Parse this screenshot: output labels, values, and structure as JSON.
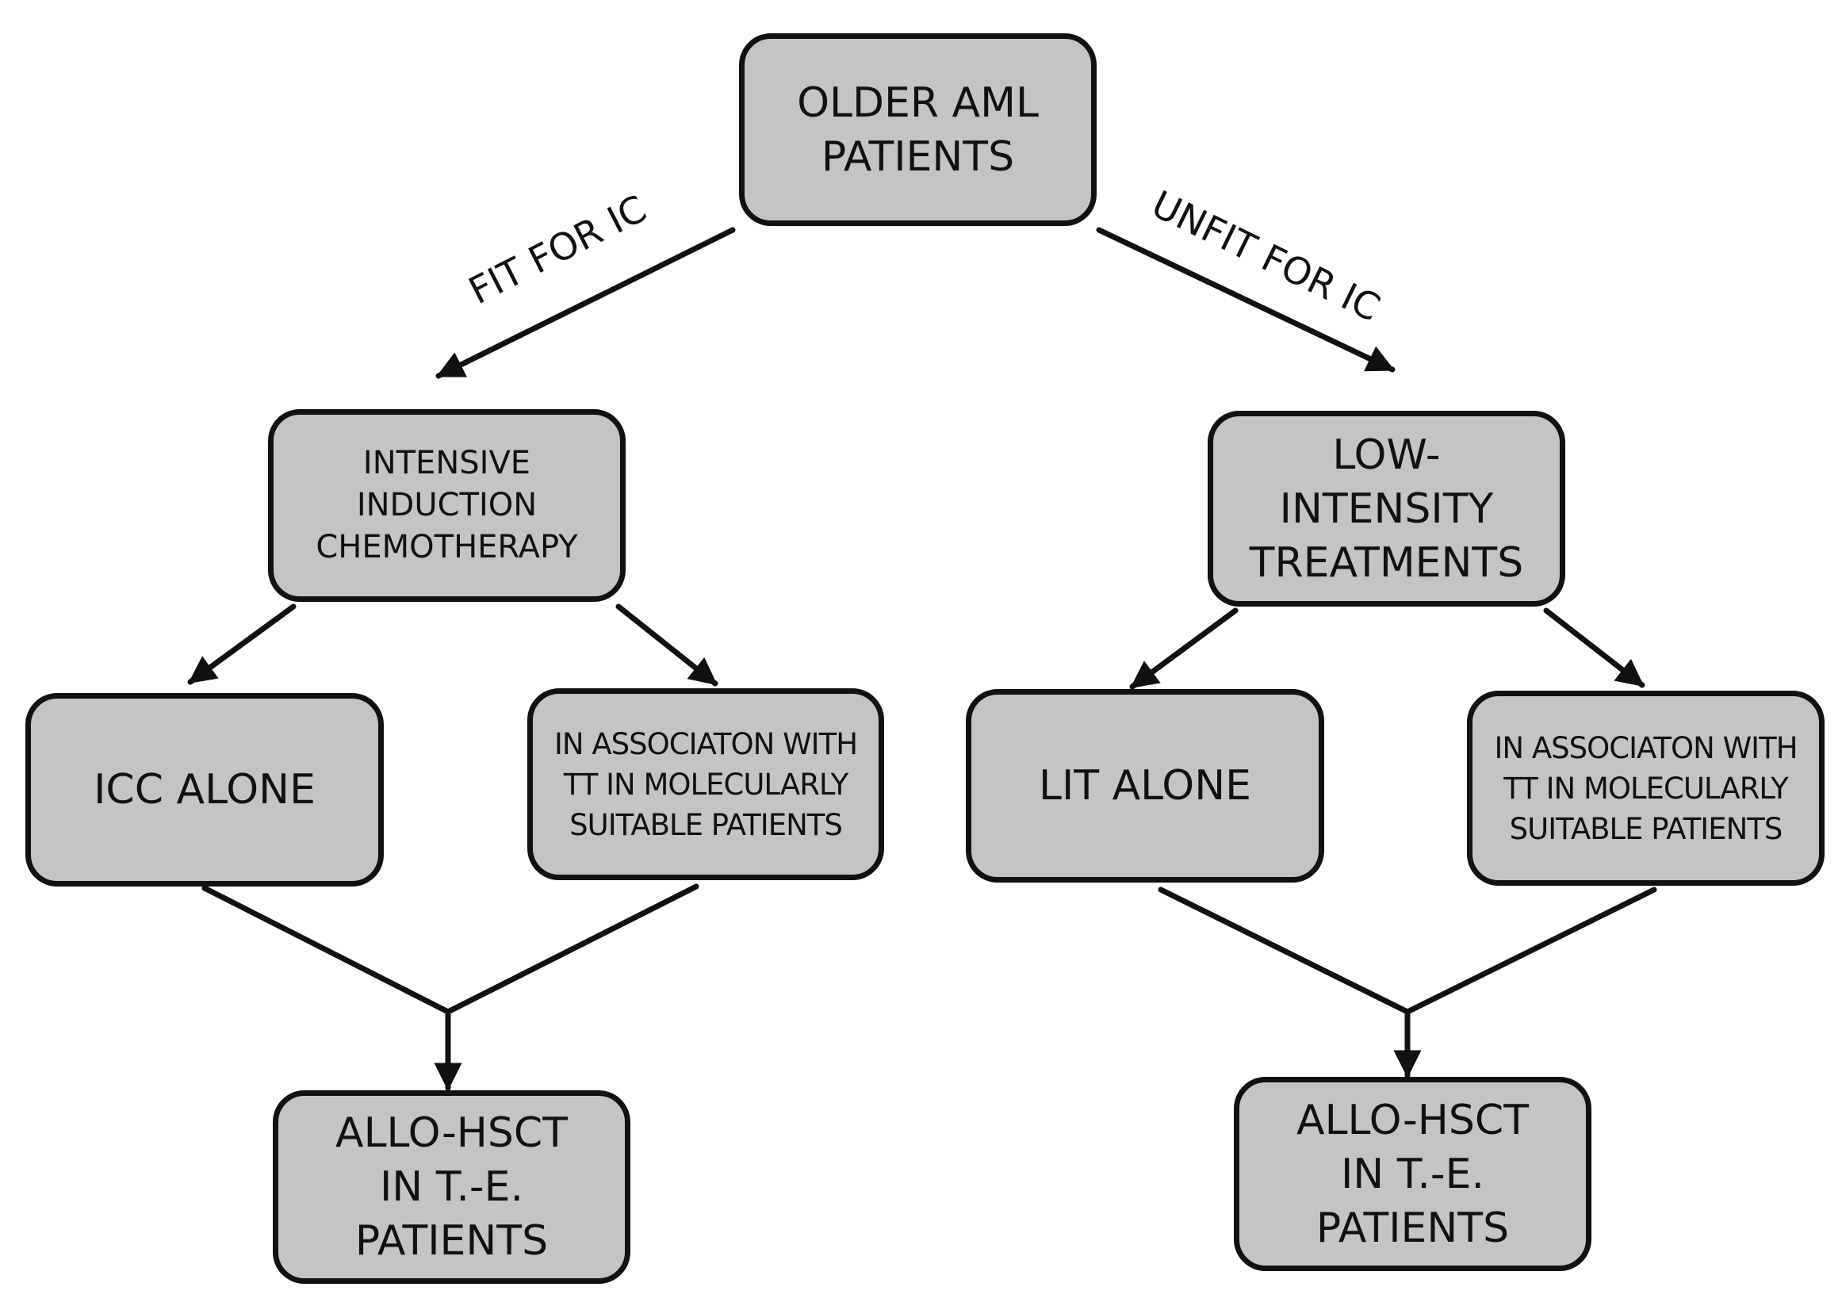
{
  "nodes": {
    "root": [
      "OLDER AML",
      "PATIENTS"
    ],
    "intensive": [
      "INTENSIVE",
      "INDUCTION",
      "CHEMOTHERAPY"
    ],
    "low_intensity": [
      "LOW-",
      "INTENSITY",
      "TREATMENTS"
    ],
    "icc_alone": [
      "ICC ALONE"
    ],
    "icc_tt": [
      "IN ASSOCIATON  WITH",
      "TT IN MOLECULARLY",
      "SUITABLE PATIENTS"
    ],
    "lit_alone": [
      "LIT ALONE"
    ],
    "lit_tt": [
      "IN ASSOCIATON  WITH",
      "TT IN MOLECULARLY",
      "SUITABLE PATIENTS"
    ],
    "allo_left": [
      "ALLO-HSCT",
      "IN T.-E.",
      "PATIENTS"
    ],
    "allo_right": [
      "ALLO-HSCT",
      "IN T.-E.",
      "PATIENTS"
    ]
  },
  "edge_labels": {
    "fit": "FIT FOR IC",
    "unfit": "UNFIT FOR IC"
  }
}
